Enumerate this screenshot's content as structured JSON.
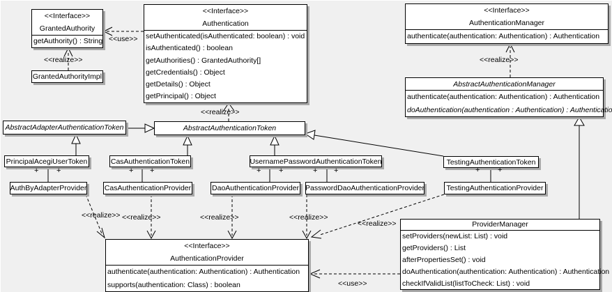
{
  "canvas": {
    "background": "#f0f0f0",
    "box_fill": "#ffffff",
    "line_color": "#000000",
    "shadow_color": "#a9a9a9"
  },
  "labels": {
    "use": "<<use>>",
    "realize": "<<realize>>",
    "plus": "+"
  },
  "classes": {
    "granted_authority": {
      "stereotype": "<<Interface>>",
      "name": "GrantedAuthority",
      "methods": [
        "getAuthority() : String"
      ]
    },
    "granted_authority_impl": {
      "name": "GrantedAuthorityImpl"
    },
    "authentication": {
      "stereotype": "<<Interface>>",
      "name": "Authentication",
      "methods": [
        "setAuthenticated(isAuthenticated: boolean) : void",
        "isAuthenticated() : boolean",
        "getAuthorities() : GrantedAuthority[]",
        "getCredentials() : Object",
        "getDetails() : Object",
        "getPrincipal() : Object"
      ]
    },
    "authentication_manager": {
      "stereotype": "<<Interface>>",
      "name": "AuthenticationManager",
      "methods": [
        "authenticate(authentication: Authentication) : Authentication"
      ]
    },
    "abstract_authentication_manager": {
      "name": "AbstractAuthenticationManager",
      "methods": [
        "authenticate(authentication: Authentication) : Authentication",
        "doAuthentication(authentication : Authentication) : Authentication"
      ]
    },
    "abstract_adapter_authentication_token": {
      "name": "AbstractAdapterAuthenticationToken"
    },
    "abstract_authentication_token": {
      "name": "AbstractAuthenticationToken"
    },
    "principal_acegi_user_token": {
      "name": "PrincipalAcegiUserToken"
    },
    "cas_authentication_token": {
      "name": "CasAuthenticationToken"
    },
    "username_password_authentication_token": {
      "name": "UsernamePasswordAuthenticationToken"
    },
    "testing_authentication_token": {
      "name": "TestingAuthenticationToken"
    },
    "auth_by_adapter_provider": {
      "name": "AuthByAdapterProvider"
    },
    "cas_authentication_provider": {
      "name": "CasAuthenticationProvider"
    },
    "dao_authentication_provider": {
      "name": "DaoAuthenticationProvider"
    },
    "password_dao_authentication_provider": {
      "name": "PasswordDaoAuthenticationProvider"
    },
    "testing_authentication_provider": {
      "name": "TestingAuthenticationProvider"
    },
    "authentication_provider": {
      "stereotype": "<<Interface>>",
      "name": "AuthenticationProvider",
      "methods": [
        "authenticate(authentication: Authentication) : Authentication",
        "supports(authentication: Class) : boolean"
      ]
    },
    "provider_manager": {
      "name": "ProviderManager",
      "methods": [
        "setProviders(newList: List) : void",
        "getProviders() : List",
        "afterPropertiesSet() : void",
        "doAuthentication(authentication: Authentication) : Authentication",
        "checkIfValidList(listToCheck: List) : void"
      ]
    }
  }
}
